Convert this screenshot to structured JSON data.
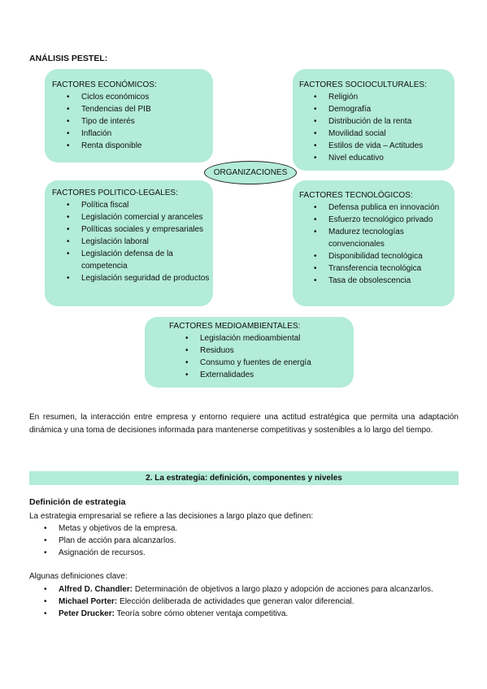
{
  "title": "ANÁLISIS PESTEL:",
  "center_label": "ORGANIZACIONES",
  "economicos": {
    "head": "FACTORES ECONÓMICOS:",
    "items": [
      "Ciclos económicos",
      "Tendencias del PIB",
      "Tipo de interés",
      "Inflación",
      "Renta disponible"
    ]
  },
  "socioculturales": {
    "head": "FACTORES SOCIOCULTURALES:",
    "items": [
      "Religión",
      "Demografía",
      "Distribución de la renta",
      "Movilidad social",
      "Estilos de vida – Actitudes",
      "Nivel educativo"
    ]
  },
  "politico_legales": {
    "head": "FACTORES POLITICO-LEGALES:",
    "items": [
      "Política fiscal",
      "Legislación comercial y aranceles",
      "Políticas sociales y empresariales",
      "Legislación laboral",
      "Legislación defensa de la competencia",
      "Legislación seguridad de productos"
    ]
  },
  "tecnologicos": {
    "head": "FACTORES TECNOLÓGICOS:",
    "items": [
      "Defensa publica en innovación",
      "Esfuerzo tecnológico privado",
      "Madurez tecnologías convencionales",
      "Disponibilidad tecnológica",
      "Transferencia tecnológica",
      "Tasa de obsolescencia"
    ]
  },
  "medioambientales": {
    "head": "FACTORES MEDIOAMBIENTALES:",
    "items": [
      "Legislación medioambiental",
      "Residuos",
      "Consumo y fuentes de energía",
      "Externalidades"
    ]
  },
  "resumen": "En resumen, la interacción entre empresa y entorno requiere una actitud estratégica que permita una adaptación dinámica y una toma de decisiones informada para mantenerse competitivas y sostenibles a lo largo del tiempo.",
  "section_title": "2. La estrategia: definición, componentes y niveles",
  "subsection": "Definición de estrategia",
  "intro": "La estrategia empresarial se refiere a las decisiones a largo plazo que definen:",
  "metas": [
    "Metas y objetivos de la empresa.",
    "Plan de acción para alcanzarlos.",
    "Asignación de recursos."
  ],
  "defs_intro": "Algunas definiciones clave:",
  "defs": [
    {
      "author": "Alfred D. Chandler:",
      "text": " Determinación de objetivos a largo plazo y adopción de acciones para alcanzarlos."
    },
    {
      "author": "Michael Porter:",
      "text": " Elección deliberada de actividades que generan valor diferencial."
    },
    {
      "author": "Peter Drucker:",
      "text": " Teoría sobre cómo obtener ventaja competitiva."
    }
  ]
}
